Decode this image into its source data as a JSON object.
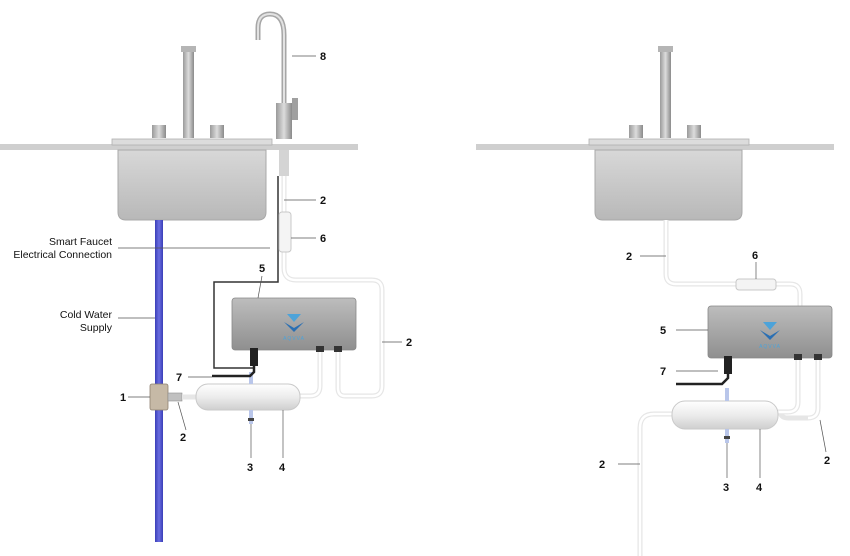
{
  "brand_text": "AQVVA",
  "left": {
    "label_1": "1",
    "label_2a": "2",
    "label_2b": "2",
    "label_2c": "2",
    "label_3": "3",
    "label_4": "4",
    "label_5": "5",
    "label_6": "6",
    "label_7": "7",
    "label_8": "8",
    "smart_faucet_line1": "Smart Faucet",
    "smart_faucet_line2": "Electrical Connection",
    "cold_water_line1": "Cold Water",
    "cold_water_line2": "Supply"
  },
  "right": {
    "label_2a": "2",
    "label_2b": "2",
    "label_2c": "2",
    "label_3": "3",
    "label_4": "4",
    "label_5": "5",
    "label_6": "6",
    "label_7": "7"
  },
  "colors": {
    "supply_pipe": "#4b4fc9",
    "sink": "#c9c9c9",
    "unit": "#a9a9a9",
    "tube": "#f2f2f2"
  }
}
